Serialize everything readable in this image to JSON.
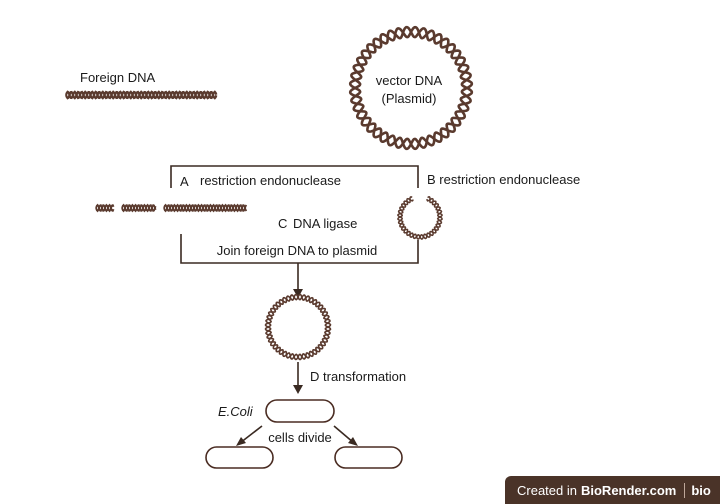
{
  "labels": {
    "foreign_dna": "Foreign DNA",
    "vector_line1": "vector DNA",
    "vector_line2": "(Plasmid)",
    "step_a_letter": "A",
    "step_a_text": "restriction endonuclease",
    "step_b": "B restriction endonuclease",
    "step_c_letter": "C",
    "step_c_text": "DNA ligase",
    "join": "Join foreign DNA to plasmid",
    "step_d": "D transformation",
    "ecoli": "E.Coli",
    "cells_divide": "cells divide"
  },
  "watermark": {
    "created_in": "Created in",
    "brand": "BioRender.com",
    "logo": "bio"
  },
  "colors": {
    "dna": "#5a3a2e",
    "line": "#3a2a22",
    "cell_outline": "#4a2c22",
    "watermark_bg": "#4a3328"
  }
}
